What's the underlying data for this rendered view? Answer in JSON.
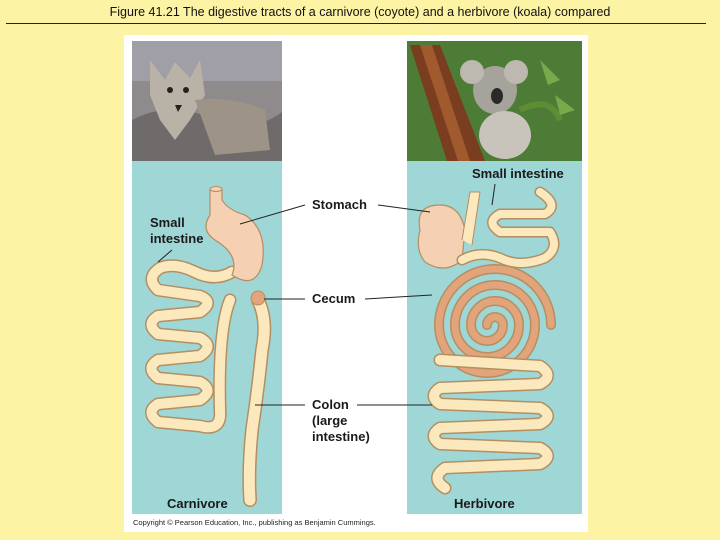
{
  "title": "Figure 41.21  The digestive tracts of a carnivore (coyote) and a herbivore (koala) compared",
  "labels": {
    "carnivore": "Carnivore",
    "herbivore": "Herbivore",
    "stomach": "Stomach",
    "cecum": "Cecum",
    "colon": [
      "Colon",
      "(large",
      "intestine)"
    ],
    "small_intestine_left": [
      "Small",
      "intestine"
    ],
    "small_intestine_right": "Small intestine"
  },
  "copyright": "Copyright © Pearson Education, Inc., publishing as Benjamin Cummings.",
  "colors": {
    "background": "#fdf3a5",
    "panel": "#9fd6d6",
    "intestine": "#fbe9bd",
    "intestine_outline": "#b38f61",
    "stomach": "#f6d0b2",
    "colon": "#e3a47c"
  }
}
